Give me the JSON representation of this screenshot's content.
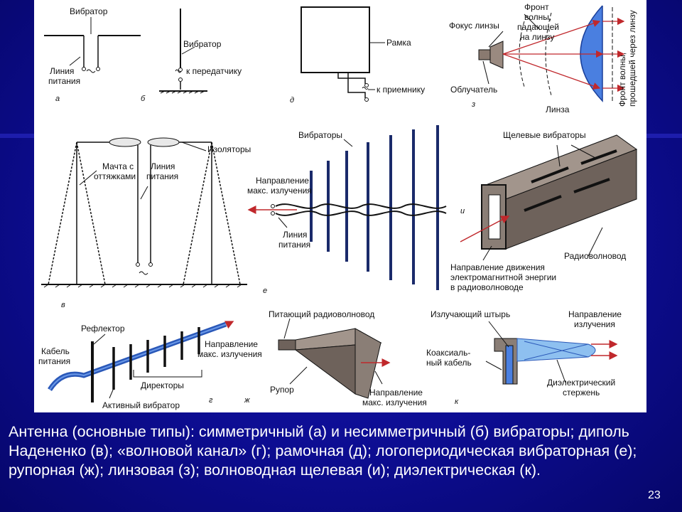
{
  "caption": "Антенна (основные типы): симметричный (а) и несимметричный (б) вибраторы; диполь Надененко (в); «волновой канал» (г); рамочная (д); логопериодическая вибраторная (е); рупорная (ж); линзовая (з); волноводная щелевая (и); диэлектрическая (к).",
  "slide_number": "23",
  "colors": {
    "background": "#0c0c8a",
    "panel": "#ffffff",
    "accent_blue": "#3a6fd8",
    "metal": "#7a6e66",
    "arrow_red": "#c0282c"
  },
  "labels": {
    "a": {
      "vibrator": "Вибратор",
      "line1": "Линия",
      "line2": "питания",
      "letter": "а"
    },
    "b": {
      "vibrator": "Вибратор",
      "to_tx": "к передатчику",
      "letter": "б"
    },
    "d": {
      "frame": "Рамка",
      "to_rx": "к приемнику",
      "letter": "д"
    },
    "z": {
      "focus": "Фокус линзы",
      "front1": "Фронт",
      "front2": "волны,",
      "front3": "падающей",
      "front4": "на линзу",
      "irradiator": "Облучатель",
      "lens": "Линза",
      "front_out1": "Фронт волны,",
      "front_out2": "прошедшей через линзу",
      "letter": "з"
    },
    "v": {
      "insulators": "Изоляторы",
      "mast1": "Мачта с",
      "mast2": "оттяжками",
      "feed1": "Линия",
      "feed2": "питания",
      "letter": "в"
    },
    "e": {
      "vibrators": "Вибраторы",
      "dir1": "Направление",
      "dir2": "макс. излучения",
      "feed1": "Линия",
      "feed2": "питания",
      "letter": "е"
    },
    "i": {
      "slots": "Щелевые вибраторы",
      "waveguide": "Радиоволновод",
      "flow1": "Направление движения",
      "flow2": "электромагнитной энергии",
      "flow3": "в радиоволноводе",
      "letter": "и"
    },
    "g": {
      "reflector": "Рефлектор",
      "cable1": "Кабель",
      "cable2": "питания",
      "dir1": "Направление",
      "dir2": "макс. излучения",
      "directors": "Директоры",
      "active": "Активный вибратор",
      "letter": "г"
    },
    "zh": {
      "feed_wg": "Питающий радиоволновод",
      "horn": "Рупор",
      "dir1": "Направление",
      "dir2": "макс. излучения",
      "letter": "ж"
    },
    "k": {
      "rod": "Излучающий штырь",
      "dir1": "Направление",
      "dir2": "излучения",
      "coax1": "Коаксиаль-",
      "coax2": "ный кабель",
      "diel1": "Диэлектрический",
      "diel2": "стержень",
      "letter": "к"
    }
  }
}
